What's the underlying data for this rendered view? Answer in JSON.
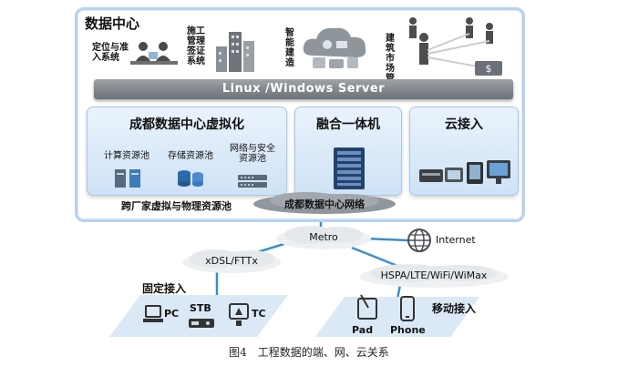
{
  "data_center": {
    "title": "数据中心",
    "apps": [
      {
        "label": "定位与准入系统",
        "icon": "users-at-desk-icon"
      },
      {
        "label": "施工管理签证系统",
        "icon": "buildings-icon"
      },
      {
        "label": "智能建造",
        "icon": "cloud-devices-icon"
      },
      {
        "label": "建筑市场管理",
        "icon": "business-people-icon"
      }
    ],
    "server_bar": "Linux  /Windows Server",
    "virtualization": {
      "title": "成都数据中心虚拟化",
      "pools": [
        "计算资源池",
        "存储资源池",
        "网络与安全资源池"
      ]
    },
    "converged": {
      "title": "融合一体机"
    },
    "cloud_access": {
      "title": "云接入"
    },
    "cross_vendor": "跨厂家虚拟与物理资源池",
    "network": "成都数据中心网络"
  },
  "network": {
    "metro": "Metro",
    "internet": "Internet",
    "fixed_link": "xDSL/FTTx",
    "mobile_link": "HSPA/LTE/WiFi/WiMax"
  },
  "fixed_access": {
    "title": "固定接入",
    "devices": [
      "PC",
      "STB",
      "TC"
    ]
  },
  "mobile_access": {
    "title": "移动接入",
    "devices": [
      "Pad",
      "Phone"
    ]
  },
  "caption": "图4　工程数据的端、网、云关系",
  "colors": {
    "panel_border": "#a8c8e8",
    "dc_border": "#b7d3ee",
    "link": "#3b8fc4",
    "platform": "#dbe9f7"
  }
}
